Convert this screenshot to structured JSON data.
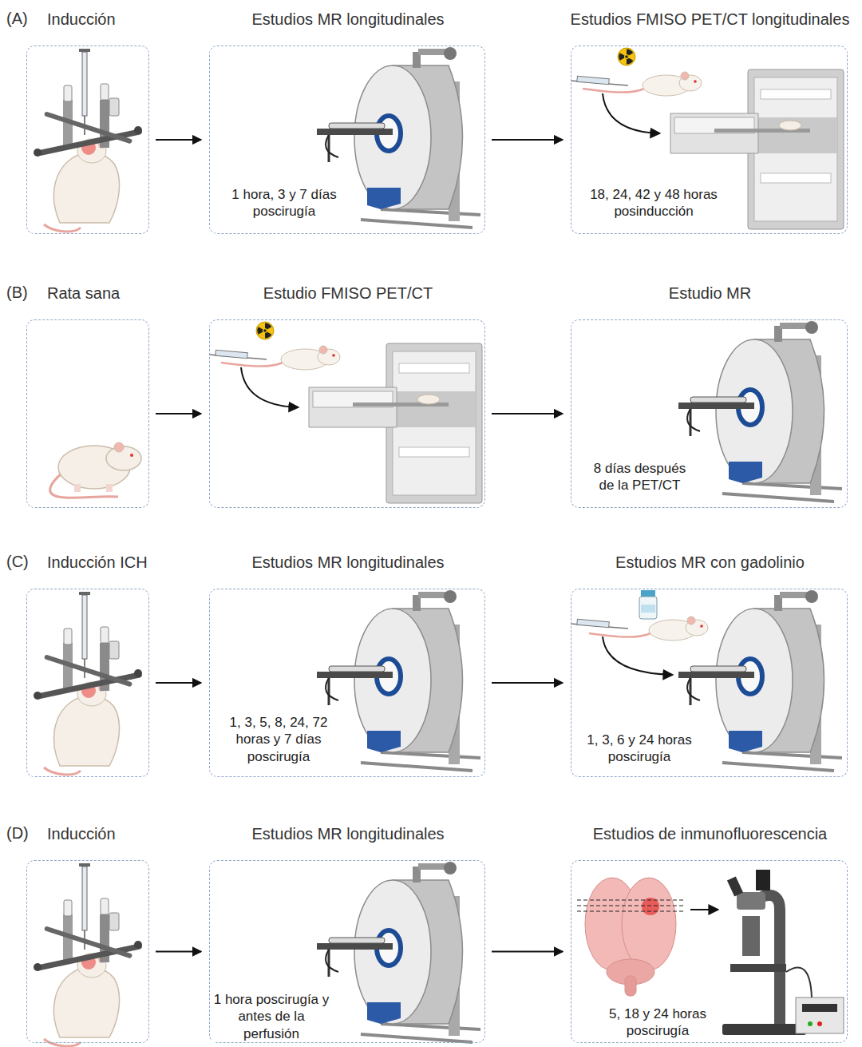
{
  "diagram": {
    "nodes": [
      {
        "text": [
          "Inducción"
        ]
      },
      {
        "text": [
          "Estudios MR longitudinales",
          "1 hora, 3 y 7 días poscirugía"
        ]
      },
      {
        "text": [
          "Estudios FMISO PET/CT longitudinales",
          "18, 24, 42 y 48 horas posinducción"
        ]
      },
      {
        "text": [
          "Rata sana"
        ]
      },
      {
        "text": [
          "Estudio FMISO PET/CT"
        ]
      },
      {
        "text": [
          "Estudio MR",
          "8 días después de la PET/CT"
        ]
      },
      {
        "text": [
          "Inducción ICH"
        ]
      },
      {
        "text": [
          "Estudios MR longitudinales",
          "1, 3, 5, 8, 24, 72 horas y 7 días poscirugía"
        ]
      },
      {
        "text": [
          "Estudios MR con gadolinio",
          "1, 3, 6 y 24 horas poscirugía"
        ]
      },
      {
        "text": [
          "Inducción"
        ]
      },
      {
        "text": [
          "Estudios MR longitudinales",
          "1 hora poscirugía y antes de la perfusión"
        ]
      },
      {
        "text": [
          "Estudios de inmunofluorescencia",
          "5, 18 y 24 horas poscirugía"
        ]
      }
    ],
    "edges": [
      {
        "from": 0,
        "to": 1,
        "arrow": "to"
      },
      {
        "from": 1,
        "to": 2,
        "arrow": "to"
      },
      {
        "from": 3,
        "to": 4,
        "arrow": "to"
      },
      {
        "from": 4,
        "to": 5,
        "arrow": "to"
      },
      {
        "from": 6,
        "to": 7,
        "arrow": "to"
      },
      {
        "from": 7,
        "to": 8,
        "arrow": "to"
      },
      {
        "from": 9,
        "to": 10,
        "arrow": "to"
      },
      {
        "from": 10,
        "to": 11,
        "arrow": "to"
      }
    ],
    "labels": [
      "(A)",
      "(B)",
      "(C)",
      "(D)"
    ]
  }
}
